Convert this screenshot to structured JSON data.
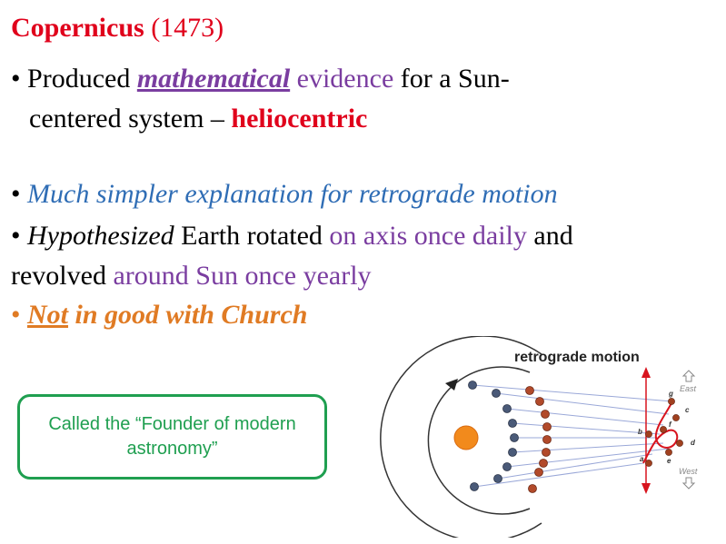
{
  "slide": {
    "title_name": "Copernicus",
    "title_year": "(1473)",
    "b1": {
      "bullet": "•",
      "p1": "Produced",
      "emph": "mathematical",
      "p2": "evidence",
      "p3": "for a Sun-",
      "l2a": "centered system",
      "l2b": "–",
      "l2c": "heliocentric"
    },
    "b2": {
      "bullet": "•",
      "text": "Much simpler explanation for retrograde motion"
    },
    "b3": {
      "bullet": "•",
      "hyp": "Hypothesized",
      "t1": "Earth rotated",
      "axis": "on axis once daily",
      "t2": "and",
      "t3": "revolved",
      "around": "around Sun once yearly"
    },
    "b4": {
      "bullet": "•",
      "not": "Not",
      "rest": "in good with Church"
    },
    "callout": "Called the “Founder of modern astronomy”"
  },
  "diagram": {
    "title": "retrograde motion",
    "east_label": "East",
    "west_label": "West",
    "point_labels": [
      "g",
      "c",
      "b",
      "f",
      "d",
      "a",
      "e"
    ],
    "colors": {
      "sun": "#f28a1c",
      "earth": "#4a5a78",
      "planet": "#b24a2a",
      "path": "#d8141e",
      "sightline": "#9aa8d8",
      "accent_text": "#e0001b",
      "callout": "#1f9f50"
    }
  }
}
